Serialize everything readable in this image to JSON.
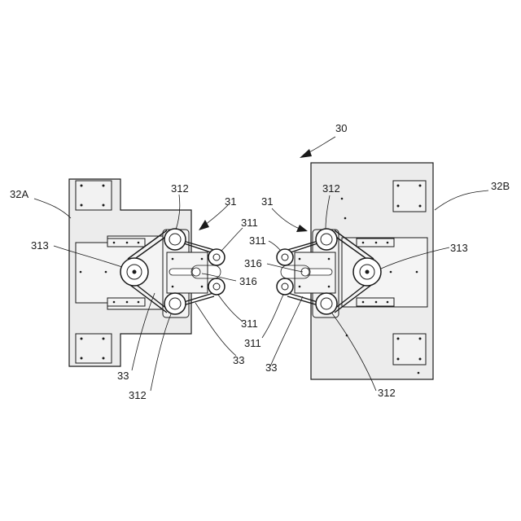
{
  "labels": {
    "assembly": "30",
    "left_frame": "32A",
    "right_frame": "32B",
    "left_unit": "31",
    "right_unit": "31",
    "l_312_top": "312",
    "l_312_bottom": "312",
    "l_313": "313",
    "l_311_top": "311",
    "l_311_bottom": "311",
    "l_316": "316",
    "l_33_a": "33",
    "l_33_b": "33",
    "r_312_top": "312",
    "r_312_bottom": "312",
    "r_313": "313",
    "r_311_top": "311",
    "r_311_bottom": "311",
    "r_316": "316",
    "r_33": "33"
  }
}
